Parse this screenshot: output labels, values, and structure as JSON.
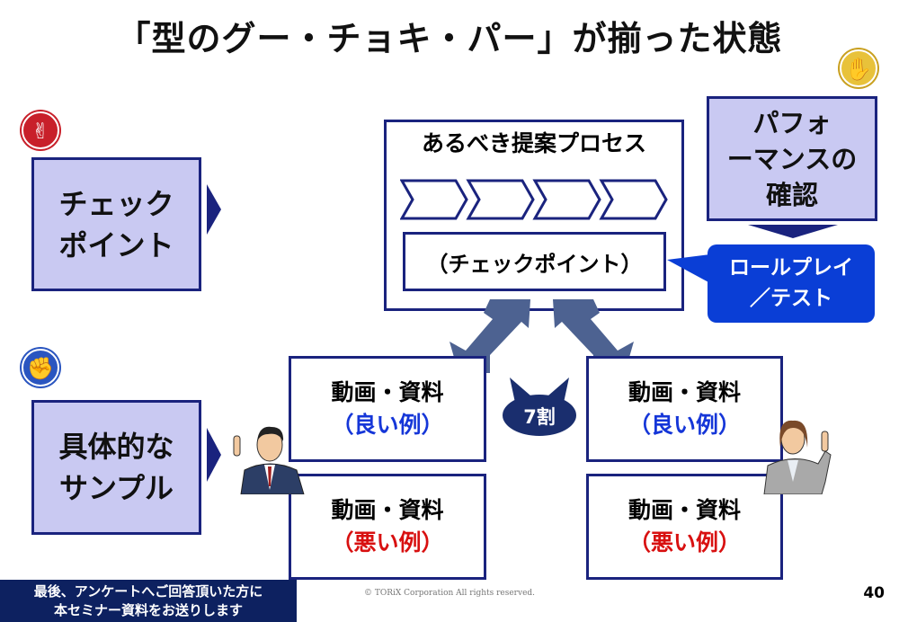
{
  "title": "「型のグー・チョキ・パー」が揃った状態",
  "left": {
    "checkpoint": [
      "チェック",
      "ポイント"
    ],
    "sample": [
      "具体的な",
      "サンプル"
    ]
  },
  "process": {
    "title": "あるべき提案プロセス",
    "checkpoint": "（チェックポイント）",
    "steps": 4
  },
  "performance": [
    "パフォ",
    "ーマンスの",
    "確認"
  ],
  "callout": [
    "ロールプレイ",
    "／テスト"
  ],
  "ratio": "7割",
  "samples": {
    "label": "動画・資料",
    "good": "（良い例）",
    "bad": "（悪い例）"
  },
  "footer": {
    "line1": "最後、アンケートへご回答頂いた方に",
    "line2": "本セミナー資料をお送りします"
  },
  "copyright": "© TORiX Corporation All rights reserved.",
  "page": "40",
  "colors": {
    "navy": "#1a237e",
    "lavender": "#c9c9f2",
    "callout": "#0a3ed6",
    "arrow": "#4d6291",
    "good": "#1536d8",
    "bad": "#d81010"
  }
}
